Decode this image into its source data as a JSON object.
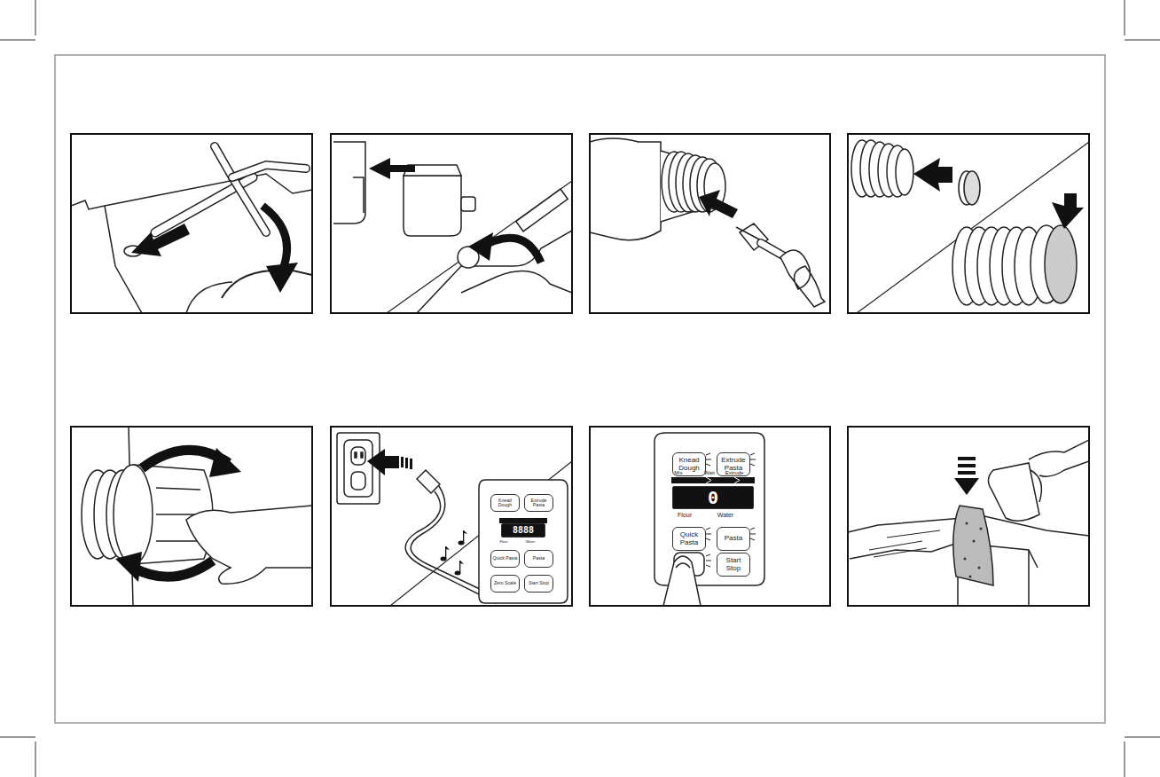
{
  "diagram": {
    "nodes": [
      {
        "text": [
          "Knead Dough"
        ]
      },
      {
        "text": [
          "Extrude Pasta"
        ]
      },
      {
        "text": [
          "8888"
        ]
      },
      {
        "text": [
          "Quick Pasta"
        ]
      },
      {
        "text": [
          "Pasta"
        ]
      },
      {
        "text": [
          "Zero Scale"
        ]
      },
      {
        "text": [
          "Start Stop"
        ]
      },
      {
        "text": [
          "Knead Dough"
        ]
      },
      {
        "text": [
          "Extrude Pasta"
        ]
      },
      {
        "text": [
          "0"
        ]
      },
      {
        "text": [
          "Quick Pasta"
        ]
      },
      {
        "text": [
          "Pasta"
        ]
      },
      {
        "text": [
          "Start Stop"
        ]
      }
    ],
    "labels": [
      "Mix",
      "Wait",
      "Extrude",
      "Flour",
      "Water",
      "Mix",
      "Wait",
      "Extrude",
      "Flour",
      "Water"
    ]
  }
}
